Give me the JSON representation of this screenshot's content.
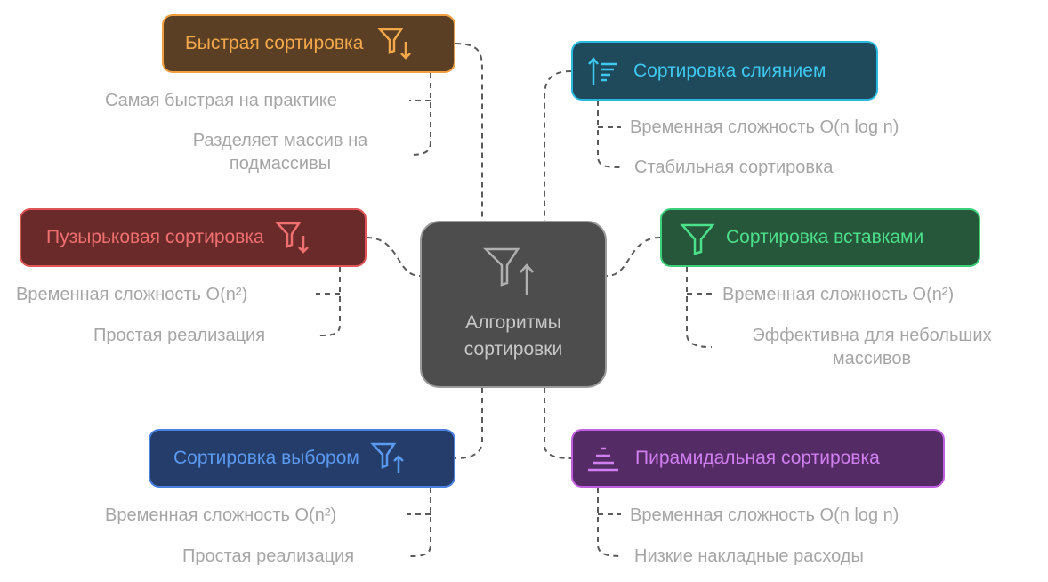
{
  "center": {
    "label": "Алгоритмы сортировки",
    "icon": "filter-up-icon"
  },
  "nodes": {
    "quick": {
      "label": "Быстрая сортировка",
      "icon": "filter-down-icon",
      "color": "#f5a84a",
      "leaves": [
        "Самая быстрая на практике",
        "Разделяет массив на подмассивы"
      ]
    },
    "merge": {
      "label": "Сортировка слиянием",
      "icon": "sort-lines-icon",
      "color": "#3ec8f0",
      "leaves": [
        "Временная сложность O(n log n)",
        "Стабильная сортировка"
      ]
    },
    "bubble": {
      "label": "Пузырьковая сортировка",
      "icon": "filter-down-icon",
      "color": "#f07070",
      "leaves": [
        "Временная сложность O(n²)",
        "Простая реализация"
      ]
    },
    "insert": {
      "label": "Сортировка вставками",
      "icon": "filter-icon",
      "color": "#4be08a",
      "leaves": [
        "Временная сложность O(n²)",
        "Эффективна для небольших массивов"
      ]
    },
    "select": {
      "label": "Сортировка выбором",
      "icon": "filter-up-icon",
      "color": "#5a9af0",
      "leaves": [
        "Временная сложность O(n²)",
        "Простая реализация"
      ]
    },
    "heap": {
      "label": "Пирамидальная сортировка",
      "icon": "pyramid-icon",
      "color": "#d07ef0",
      "leaves": [
        "Временная сложность O(n log n)",
        "Низкие накладные расходы"
      ]
    }
  }
}
